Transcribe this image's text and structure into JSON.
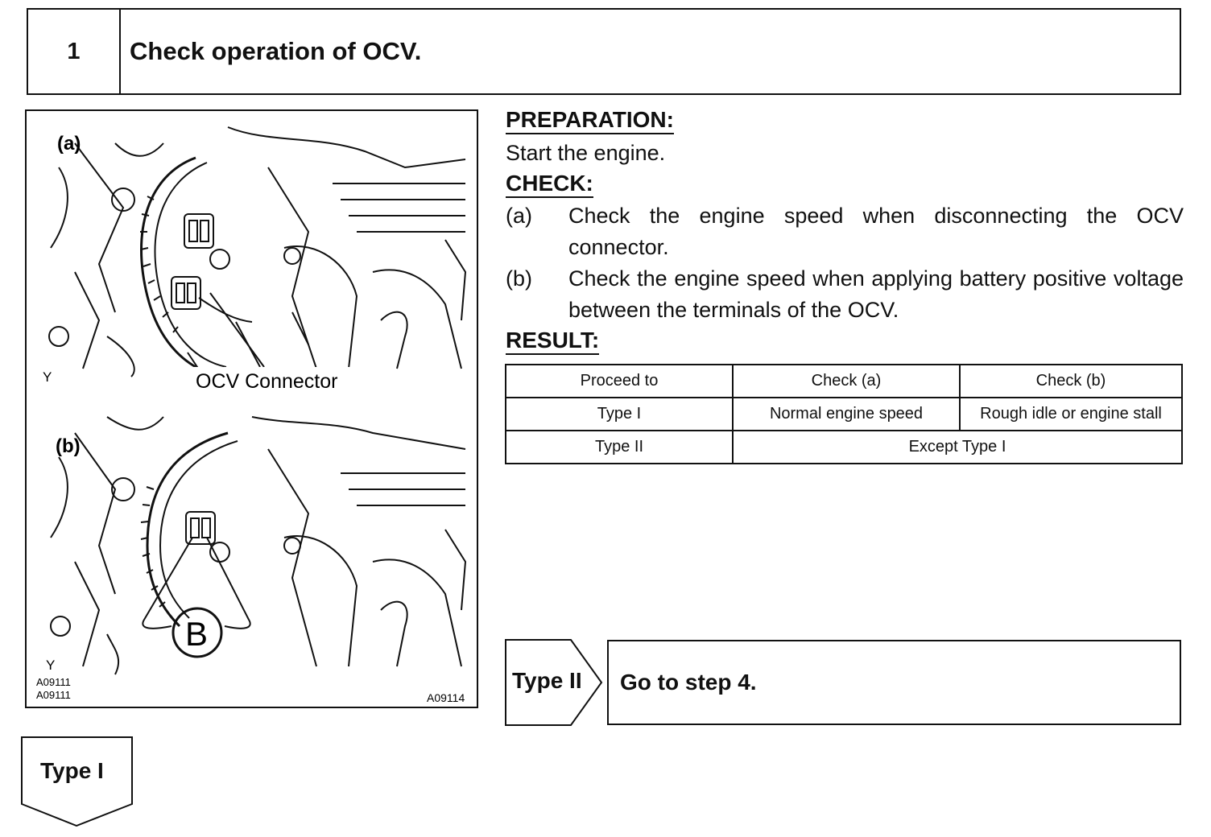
{
  "step": {
    "number": "1",
    "title": "Check operation of OCV."
  },
  "figure": {
    "label_a": "(a)",
    "label_b": "(b)",
    "ocv_connector_label": "OCV Connector",
    "y_mark_a": "Y",
    "y_mark_b": "Y",
    "b_mark": "B",
    "code_left_1": "A09111",
    "code_left_2": "A09111",
    "code_right": "A09114"
  },
  "instructions": {
    "preparation_heading": "PREPARATION:",
    "preparation_text": "Start the engine.",
    "check_heading": "CHECK:",
    "check_items": [
      {
        "label": "(a)",
        "text": "Check the engine speed when disconnecting the OCV connector."
      },
      {
        "label": "(b)",
        "text": "Check the engine speed when applying battery positive voltage between the terminals of the OCV."
      }
    ],
    "result_heading": "RESULT:"
  },
  "result_table": {
    "headers": [
      "Proceed to",
      "Check (a)",
      "Check (b)"
    ],
    "row1": [
      "Type I",
      "Normal engine speed",
      "Rough idle or engine stall"
    ],
    "row2": [
      "Type II",
      "Except Type I"
    ]
  },
  "flow": {
    "type2_label": "Type II",
    "type2_action": "Go to step 4.",
    "type1_label": "Type I"
  }
}
